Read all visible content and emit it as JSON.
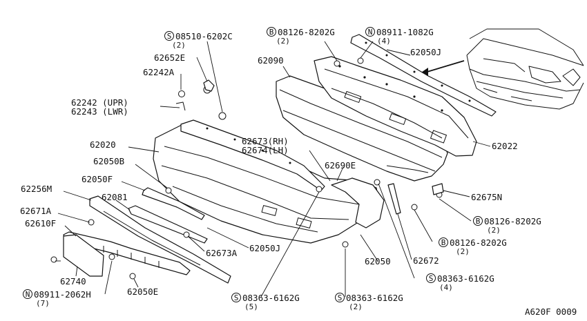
{
  "figure_code": "A620F 0009",
  "labels": [
    {
      "id": "62652E",
      "text": "62652E"
    },
    {
      "id": "62242A",
      "text": "62242A"
    },
    {
      "id": "62242",
      "text": "62242 (UPR)"
    },
    {
      "id": "62243",
      "text": "62243 (LWR)"
    },
    {
      "id": "62020",
      "text": "62020"
    },
    {
      "id": "62050B",
      "text": "62050B"
    },
    {
      "id": "62050F",
      "text": "62050F"
    },
    {
      "id": "62256M",
      "text": "62256M"
    },
    {
      "id": "62081",
      "text": "62081"
    },
    {
      "id": "62671A",
      "text": "62671A"
    },
    {
      "id": "62610F",
      "text": "62610F"
    },
    {
      "id": "62740",
      "text": "62740"
    },
    {
      "id": "62050E",
      "text": "62050E"
    },
    {
      "id": "62673A",
      "text": "62673A"
    },
    {
      "id": "62050J_low",
      "text": "62050J"
    },
    {
      "id": "62090",
      "text": "62090"
    },
    {
      "id": "62050J_top",
      "text": "62050J"
    },
    {
      "id": "62022",
      "text": "62022"
    },
    {
      "id": "62673RH",
      "text": "62673(RH)"
    },
    {
      "id": "62674LH",
      "text": "62674(LH)"
    },
    {
      "id": "62690E",
      "text": "62690E"
    },
    {
      "id": "62675N",
      "text": "62675N"
    },
    {
      "id": "62672",
      "text": "62672"
    },
    {
      "id": "62050",
      "text": "62050"
    }
  ],
  "fasteners": [
    {
      "id": "f1",
      "circle": "S",
      "part": "08510-6202C",
      "qty": "(2)"
    },
    {
      "id": "f2",
      "circle": "B",
      "part": "08126-8202G",
      "qty": "(2)"
    },
    {
      "id": "f3",
      "circle": "N",
      "part": "08911-1082G",
      "qty": "(4)"
    },
    {
      "id": "f4",
      "circle": "B",
      "part": "08126-8202G",
      "qty": "(2)"
    },
    {
      "id": "f5",
      "circle": "B",
      "part": "08126-8202G",
      "qty": "(2)"
    },
    {
      "id": "f6",
      "circle": "S",
      "part": "08363-6162G",
      "qty": "(4)"
    },
    {
      "id": "f7",
      "circle": "N",
      "part": "08911-2062H",
      "qty": "(7)"
    },
    {
      "id": "f8",
      "circle": "S",
      "part": "08363-6162G",
      "qty": "(5)"
    },
    {
      "id": "f9",
      "circle": "S",
      "part": "08363-6162G",
      "qty": "(2)"
    }
  ]
}
